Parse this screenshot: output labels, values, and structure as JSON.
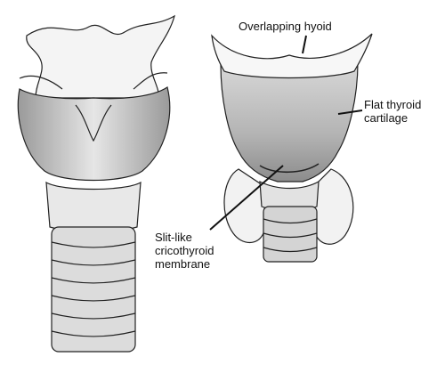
{
  "labels": {
    "overlapping_hyoid": "Overlapping hyoid",
    "flat_thyroid_line1": "Flat thyroid",
    "flat_thyroid_line2": "cartilage",
    "cricothyroid_line1": "Slit-like",
    "cricothyroid_line2": "cricothyroid",
    "cricothyroid_line3": "membrane"
  },
  "colors": {
    "ink": "#111111",
    "shade": "#cfcfcf",
    "background": "#ffffff"
  }
}
